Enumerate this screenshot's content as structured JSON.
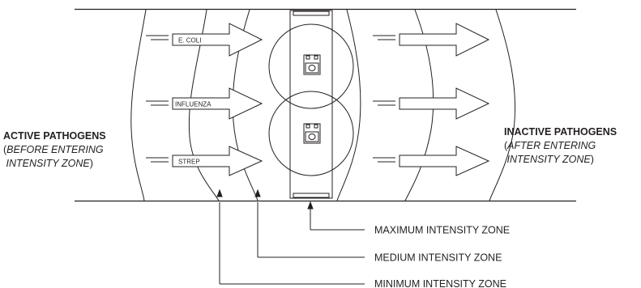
{
  "left_label": {
    "title": "ACTIVE PATHOGENS",
    "open_paren": "(",
    "line1": "BEFORE ENTERING",
    "line2": "INTENSITY ZONE",
    "close_paren": ")"
  },
  "right_label": {
    "title": "INACTIVE PATHOGENS",
    "open_paren": "(",
    "line1": "AFTER ENTERING",
    "line2": "INTENSITY ZONE",
    "close_paren": ")"
  },
  "pathogens": [
    "E. COLI",
    "INFLUENZA",
    "STREP"
  ],
  "zones": {
    "maximum": "MAXIMUM INTENSITY ZONE",
    "medium": "MEDIUM INTENSITY ZONE",
    "minimum": "MINIMUM INTENSITY ZONE"
  },
  "colors": {
    "line": "#231f20",
    "background": "#ffffff"
  }
}
